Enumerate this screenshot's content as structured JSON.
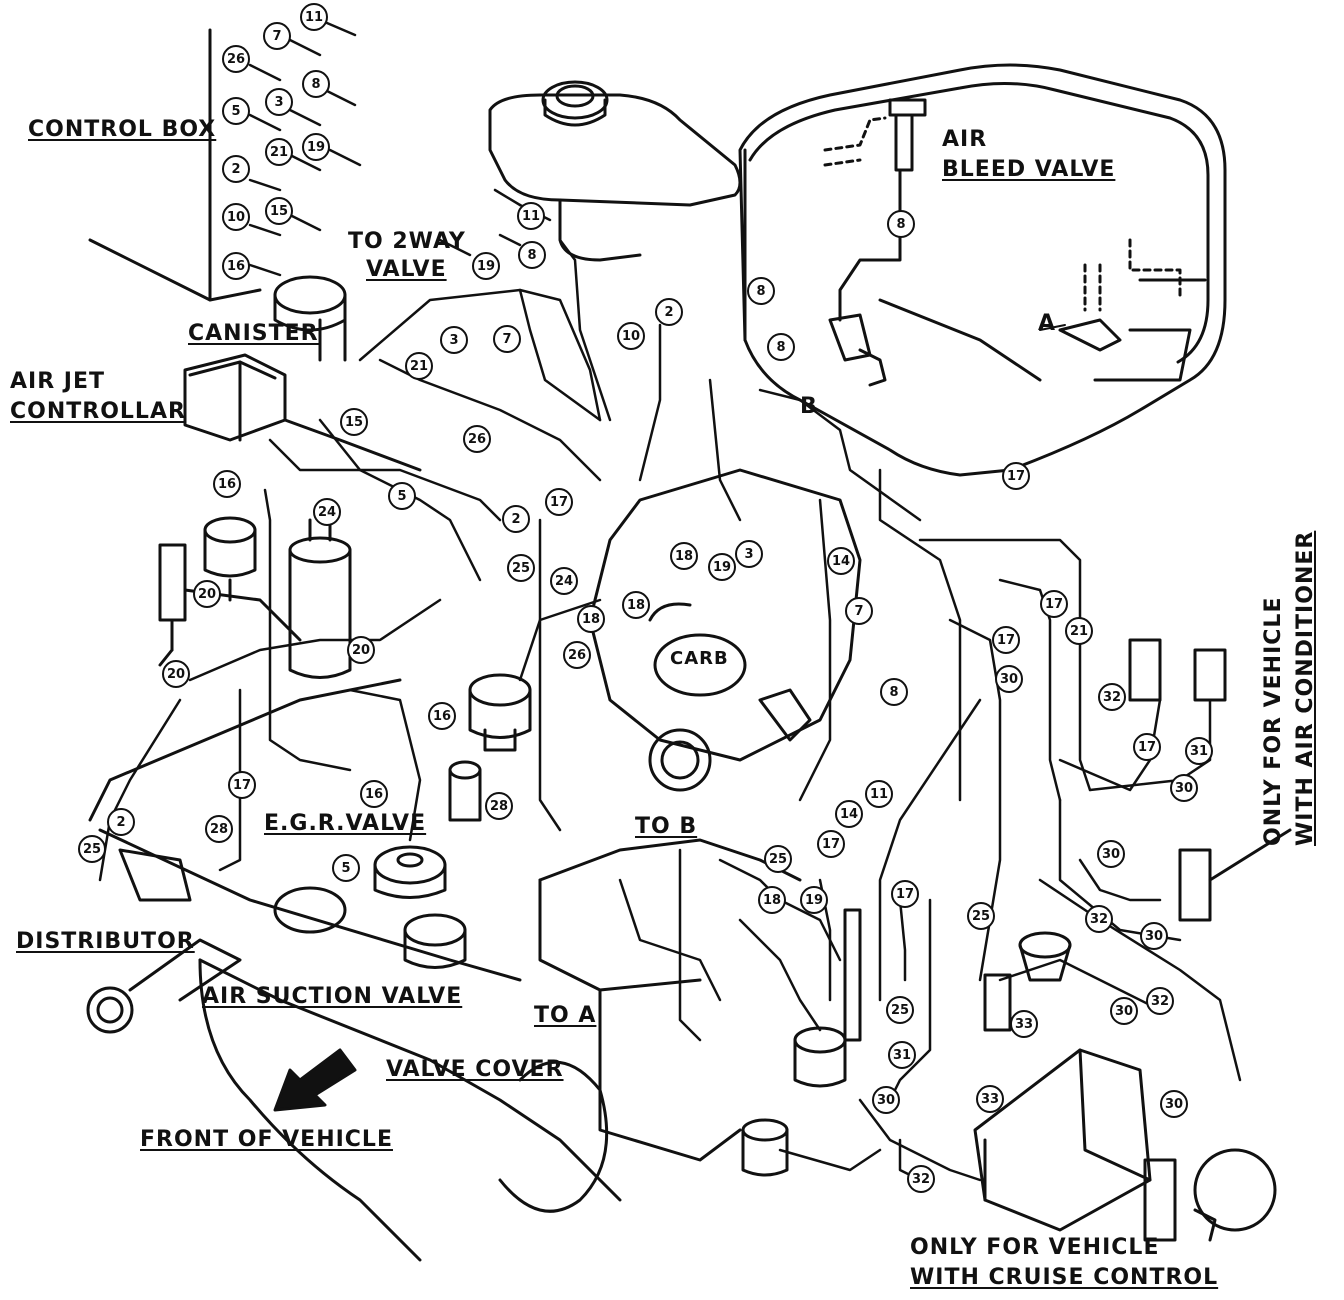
{
  "labels": {
    "control_box": "CONTROL BOX",
    "to_2way_valve_1": "TO 2WAY",
    "to_2way_valve_2": "VALVE",
    "canister": "CANISTER",
    "air_jet_controllar_1": "AIR JET",
    "air_jet_controllar_2": "CONTROLLAR",
    "air_bleed_valve_1": "AIR",
    "air_bleed_valve_2": "BLEED VALVE",
    "a": "A",
    "b": "B",
    "carb": "CARB",
    "egr_valve": "E.G.R.VALVE",
    "to_b": "TO B",
    "distributor": "DISTRIBUTOR",
    "air_suction_valve": "AIR SUCTION VALVE",
    "to_a": "TO A",
    "valve_cover": "VALVE COVER",
    "front_of_vehicle": "FRONT OF VEHICLE",
    "only_air_cond_1": "ONLY FOR VEHICLE",
    "only_air_cond_2": "WITH AIR CONDITIONER",
    "only_cruise_1": "ONLY FOR VEHICLE",
    "only_cruise_2": "WITH CRUISE CONTROL"
  },
  "hose_numbers": {
    "cb_11": "11",
    "cb_7": "7",
    "cb_26": "26",
    "cb_8": "8",
    "cb_5": "5",
    "cb_3": "3",
    "cb_21": "21",
    "cb_19": "19",
    "cb_2": "2",
    "cb_10": "10",
    "cb_15": "15",
    "cb_16": "16",
    "n11a": "11",
    "n8a": "8",
    "n19a": "19",
    "n8b": "8",
    "n8c": "8",
    "n2a": "2",
    "n10a": "10",
    "n3a": "3",
    "n7a": "7",
    "n21a": "21",
    "n8d": "8",
    "n15a": "15",
    "n26a": "26",
    "n17a": "17",
    "n16a": "16",
    "n5a": "5",
    "n2b": "2",
    "n17b": "17",
    "n24a": "24",
    "n25a": "25",
    "n24b": "24",
    "n18a": "18",
    "n19b": "19",
    "n3b": "3",
    "n14a": "14",
    "n18b": "18",
    "n18c": "18",
    "n7b": "7",
    "n20a": "20",
    "n20b": "20",
    "n20c": "20",
    "n26b": "26",
    "n16b": "16",
    "n17c": "17",
    "n21b": "21",
    "n17d": "17",
    "n30a": "30",
    "n8e": "8",
    "n32a": "32",
    "n17e": "17",
    "n31a": "31",
    "n30b": "30",
    "n28a": "28",
    "n16c": "16",
    "n11b": "11",
    "n14b": "14",
    "n17f": "17",
    "n25b": "25",
    "n17g": "17",
    "n25c": "25",
    "n30c": "30",
    "n32b": "32",
    "n30d": "30",
    "n2c": "2",
    "n25d": "25",
    "n28b": "28",
    "n5b": "5",
    "n18d": "18",
    "n19c": "19",
    "n25e": "25",
    "n31b": "31",
    "n30e": "30",
    "n32c": "32",
    "n33a": "33",
    "n33b": "33",
    "n30f": "30",
    "n32d": "32",
    "n30g": "30"
  }
}
